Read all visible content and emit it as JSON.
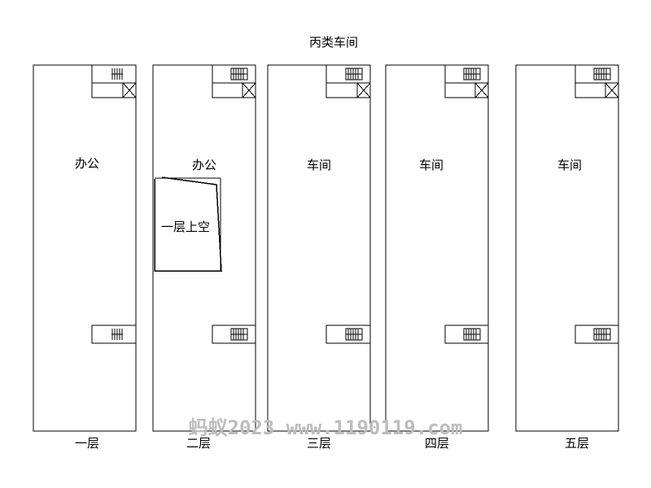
{
  "title": "丙类车间",
  "floors": [
    {
      "floor_label": "一层",
      "room_label": "办公"
    },
    {
      "floor_label": "二层",
      "room_label": "办公",
      "void_label": "一层上空"
    },
    {
      "floor_label": "三层",
      "room_label": "车间"
    },
    {
      "floor_label": "四层",
      "room_label": "车间"
    },
    {
      "floor_label": "五层",
      "room_label": "车间"
    }
  ],
  "watermark": "蚂蚁2023 www.1190119.com"
}
